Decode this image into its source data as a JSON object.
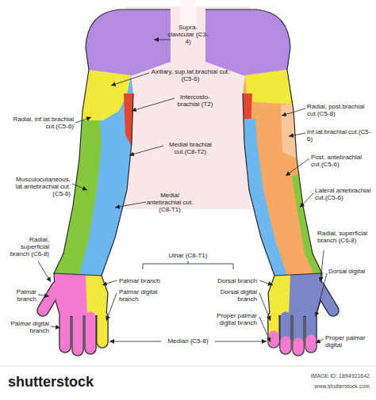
{
  "diagram": {
    "labels": [
      "Supra- clavicular (C3-4)",
      "Axillary, sup.lat.brachial cut.(C5-6)",
      "Intercosto- brachial (T2)",
      "Medial brachial cut.(C8-T2)",
      "Radial, inf.lat.brachial cut.(C5-6)",
      "Musculocutaneous, lat.antebrachial cut.(C5-6)",
      "Medial antebrachial cut.(C8-T1)",
      "Radial, post.brachial cut.(C5-8)",
      "Inf.lat.brachial cut.(C5-6)",
      "Post. antebrachial cut.(C5-6)",
      "Lateral antebrachial cut.(C5-6)",
      "Radial, superficial branch (C6-8)",
      "Radial, superficial branch (C6-8)",
      "Ulnar (C8-T1)",
      "Palmar branch",
      "Palmar digital branch",
      "Dorsal branch",
      "Dorsal digital branch",
      "Proper palmar digital branch",
      "Dorsal digital",
      "Proper palmar digital",
      "Palmar branch",
      "Palmar digital branch",
      "Median (C5-8)",
      "shutterstock",
      "IMAGE ID: 1894921642",
      "www.shutterstock.com"
    ]
  }
}
